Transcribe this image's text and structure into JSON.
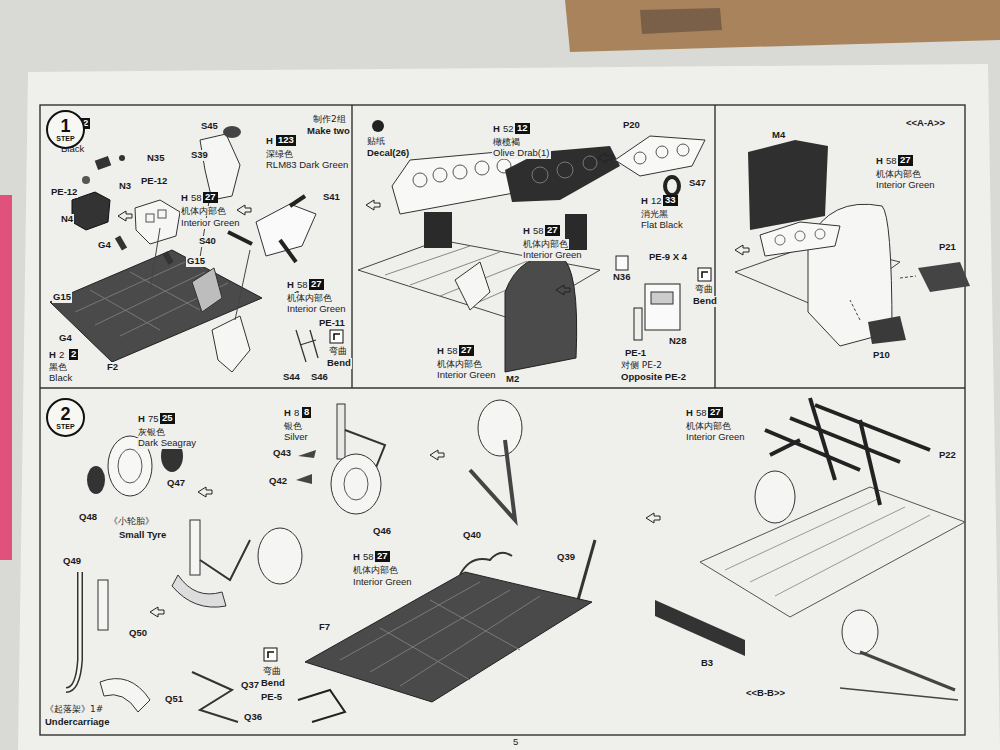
{
  "diagram": {
    "nodes": [
      {
        "text": [
          "1",
          "STEP"
        ]
      },
      {
        "text": [
          "2",
          "STEP"
        ]
      }
    ],
    "labels": [
      "H",
      "2",
      "2",
      "黑色",
      "Black",
      "S45",
      "制作2组",
      "Make two",
      "H",
      "123",
      "深绿色",
      "RLM83 Dark Green",
      "S39",
      "N35",
      "N3",
      "PE-12",
      "PE-12",
      "N4",
      "H",
      "58",
      "27",
      "机体内部色",
      "Interior Green",
      "S41",
      "S40",
      "G4",
      "G15",
      "G15",
      "G4",
      "F2",
      "H",
      "2",
      "2",
      "黑色",
      "Black",
      "H",
      "58",
      "27",
      "机体内部色",
      "Interior Green",
      "PE-11",
      "弯曲",
      "Bend",
      "S44",
      "S46",
      "贴纸",
      "Decal(26)",
      "H",
      "52",
      "12",
      "橄榄褐",
      "Olive Drab(1)",
      "P20",
      "S47",
      "H",
      "58",
      "27",
      "机体内部色",
      "Interior Green",
      "H",
      "12",
      "33",
      "消光黑",
      "Flat Black",
      "PE-9 X 4",
      "N36",
      "弯曲",
      "Bend",
      "N28",
      "PE-1",
      "对侧 PE-2",
      "Opposite PE-2",
      "H",
      "58",
      "27",
      "机体内部色",
      "Interior Green",
      "M2",
      "<<A-A>>",
      "M4",
      "H",
      "58",
      "27",
      "机体内部色",
      "Interior Green",
      "P21",
      "P10",
      "H",
      "75",
      "25",
      "灰银色",
      "Dark Seagray",
      "Q47",
      "Q48",
      "《小轮胎》",
      "Small Tyre",
      "H",
      "8",
      "8",
      "银色",
      "Silver",
      "Q43",
      "Q42",
      "Q46",
      "Q40",
      "Q39",
      "H",
      "58",
      "27",
      "机体内部色",
      "Interior Green",
      "F7",
      "弯曲",
      "Bend",
      "PE-5",
      "Q49",
      "Q50",
      "Q51",
      "Q37",
      "Q36",
      "《起落架》1#",
      "Undercarriage",
      "H",
      "58",
      "27",
      "机体内部色",
      "Interior Green",
      "P22",
      "B3",
      "<<B-B>>",
      "5"
    ]
  }
}
